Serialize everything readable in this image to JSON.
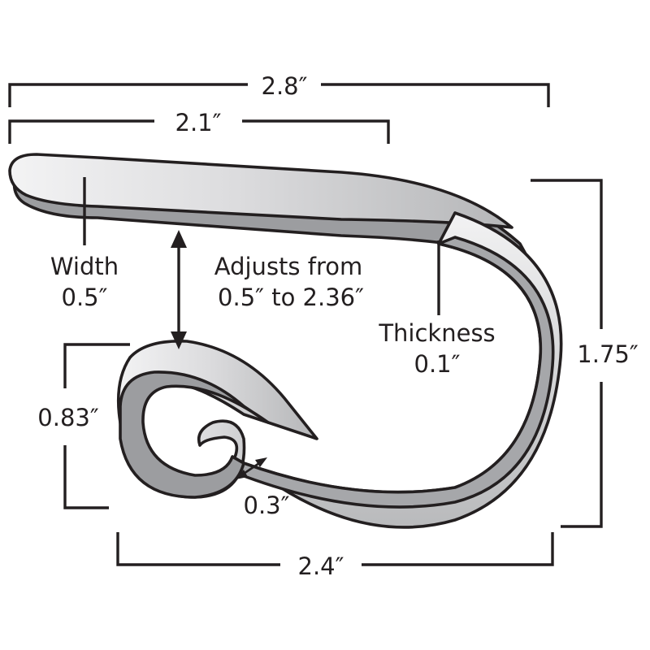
{
  "dimensions": {
    "overall_length": "2.8″",
    "top_length": "2.1″",
    "width_label": "Width",
    "width_value": "0.5″",
    "adjust_line1": "Adjusts from",
    "adjust_line2": "0.5″ to 2.36″",
    "thickness_label": "Thickness",
    "thickness_value": "0.1″",
    "height": "1.75″",
    "loop_height": "0.83″",
    "loop_gap": "0.3″",
    "bottom_length": "2.4″"
  },
  "colors": {
    "line": "#231f20",
    "metal_light": "#eeeef0",
    "metal_mid": "#c9cacc",
    "metal_dark": "#a3a4a7",
    "edge": "#8f9093"
  }
}
